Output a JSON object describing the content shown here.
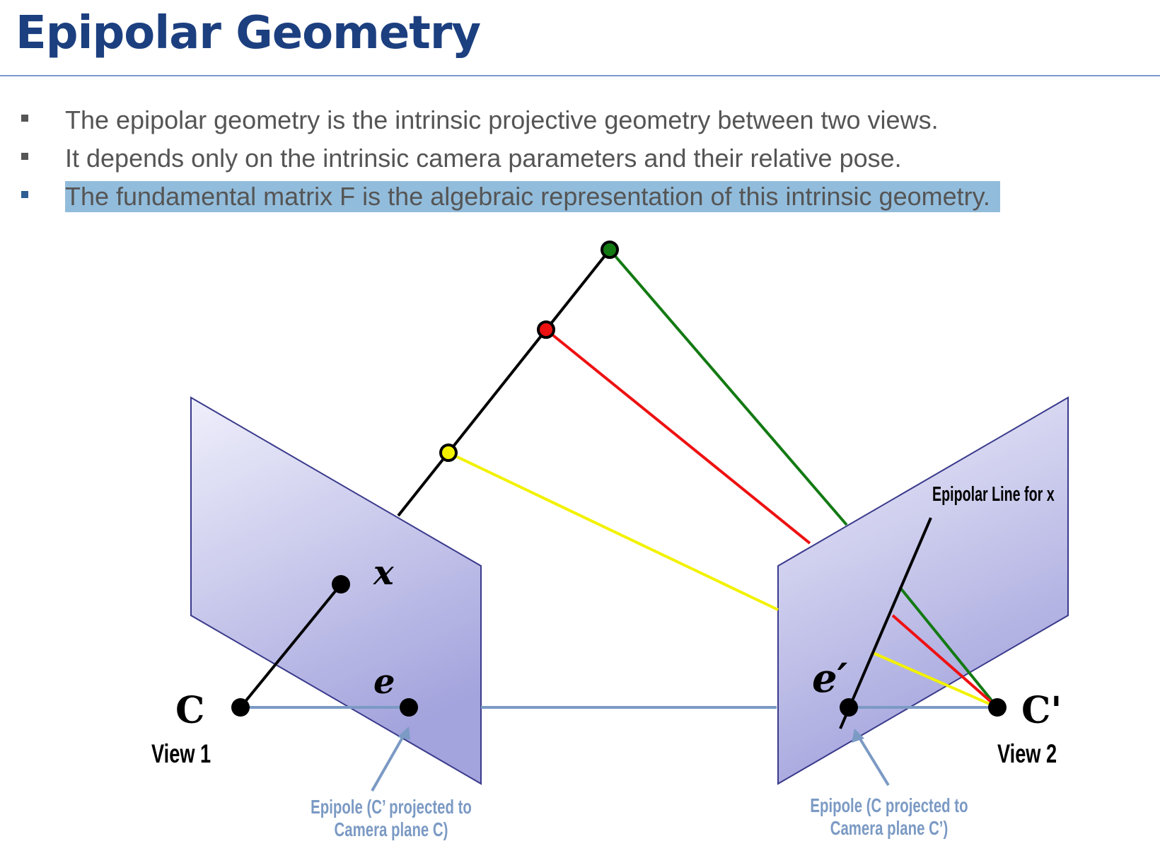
{
  "title": "Epipolar Geometry",
  "bullets": [
    "The epipolar geometry is the intrinsic projective geometry between two views.",
    "It depends only on the intrinsic camera parameters and their relative pose.",
    "The fundamental matrix F is the algebraic representation of this intrinsic geometry."
  ],
  "diagram": {
    "point_x": "x",
    "epipole_e": "e",
    "epipole_e_prime": "e′",
    "center_c": "C",
    "center_c_prime": "C'",
    "view1": "View 1",
    "view2": "View 2",
    "epipolar_line_label": "Epipolar Line for x",
    "epipole1_caption_line1": "Epipole (C’ projected to",
    "epipole1_caption_line2": "Camera plane C)",
    "epipole2_caption_line1": "Epipole (C projected to",
    "epipole2_caption_line2": "Camera plane C’)"
  },
  "colors": {
    "title": "#1c3f7f",
    "plane_fill_top": "#eeeefa",
    "plane_fill_bottom": "#a6a6de",
    "plane_border": "#3a3a8c",
    "baseline": "#7b9ac4",
    "green": "#137a13",
    "red": "#ee1111",
    "yellow": "#f2f200",
    "caption": "#7b9ac4"
  }
}
